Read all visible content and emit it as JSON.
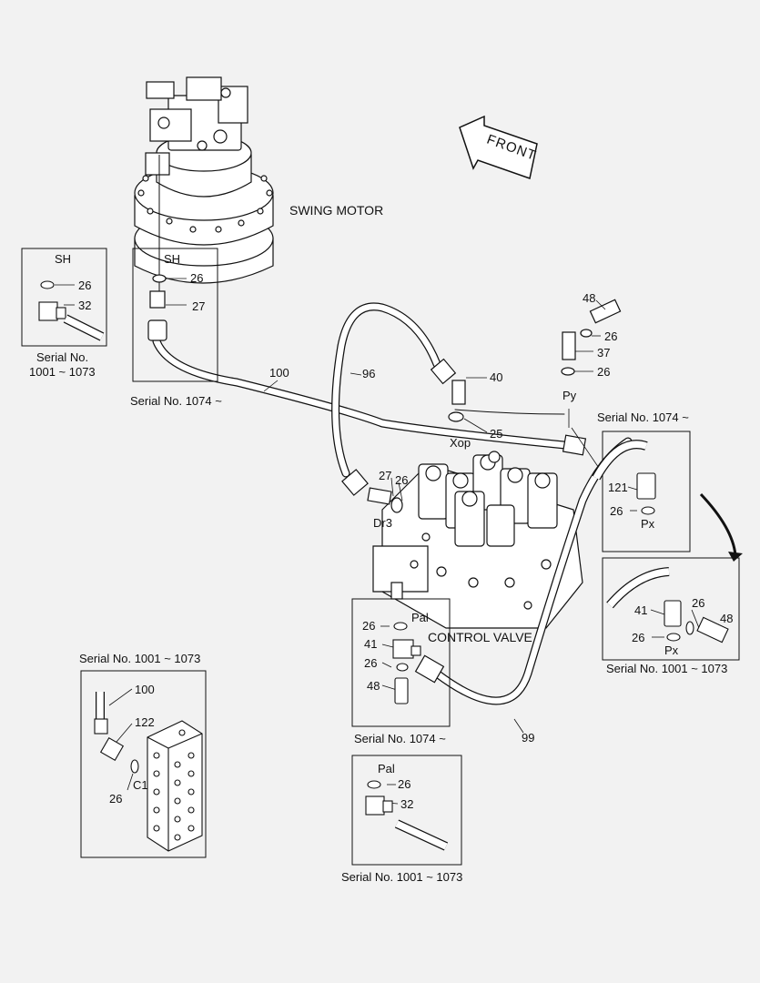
{
  "labels": {
    "swing_motor": "SWING MOTOR",
    "control_valve": "CONTROL VALVE",
    "front": "FRONT"
  },
  "ports": {
    "sh_main": "SH",
    "sh_inset": "SH",
    "py": "Py",
    "xop": "Xop",
    "dr3": "Dr3",
    "px_1074": "Px",
    "px_1001": "Px",
    "pal_1074": "Pal",
    "pal_1001": "Pal",
    "c1": "C1"
  },
  "callouts": {
    "sh_inset_26": "26",
    "sh_inset_32": "32",
    "motor_26": "26",
    "motor_27": "27",
    "hose_100": "100",
    "hose_96": "96",
    "fitting_40": "40",
    "oring_25": "25",
    "py_48": "48",
    "py_26a": "26",
    "py_37": "37",
    "py_26b": "26",
    "cv_27": "27",
    "cv_26": "26",
    "px1074_121": "121",
    "px1074_26": "26",
    "px1001_41": "41",
    "px1001_26a": "26",
    "px1001_48": "48",
    "px1001_26b": "26",
    "pal1074_26a": "26",
    "pal1074_41": "41",
    "pal1074_26b": "26",
    "pal1074_48": "48",
    "hose_99": "99",
    "c1_100": "100",
    "c1_122": "122",
    "c1_26": "26",
    "pal1001_26": "26",
    "pal1001_32": "32"
  },
  "captions": {
    "sh_inset": [
      "Serial No.",
      "1001 ~ 1073"
    ],
    "sh_main": "Serial No. 1074 ~",
    "px_1074": "Serial No. 1074 ~",
    "px_1001": "Serial No. 1001 ~ 1073",
    "pal_1074": "Serial No. 1074 ~",
    "c1": "Serial No. 1001 ~ 1073",
    "pal_1001": "Serial No. 1001 ~ 1073"
  },
  "colors": {
    "background": "#f2f2f2",
    "line": "#111111",
    "hose_fill": "#ffffff"
  }
}
